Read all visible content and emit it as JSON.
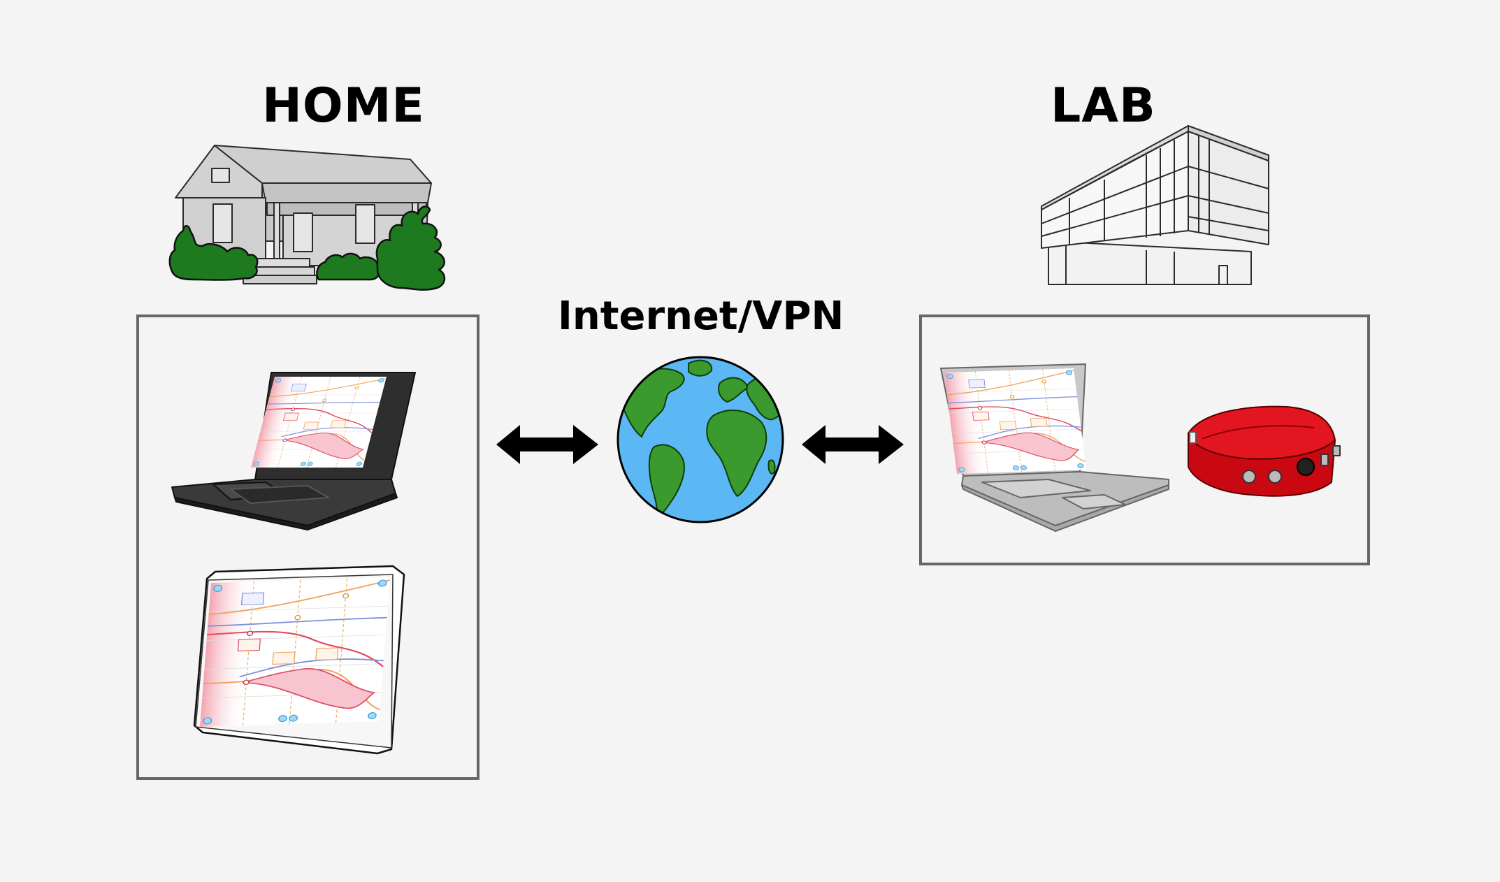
{
  "labels": {
    "home": "HOME",
    "lab": "LAB",
    "network": "Internet/VPN"
  },
  "icons": {
    "home": "house-icon",
    "lab": "lab-building-icon",
    "network": "globe-icon",
    "home_laptop": "laptop-icon",
    "home_tablet": "tablet-icon",
    "lab_laptop": "laptop-icon",
    "lab_device": "red-measurement-device-icon",
    "link": "double-arrow-icon"
  },
  "colors": {
    "background": "#f4f4f4",
    "frame": "#666666",
    "house": "#cccccc",
    "bushes": "#1e7a1e",
    "ocean": "#5bb8f5",
    "land": "#3a9a2e",
    "device": "#d40b14",
    "dark_laptop": "#333333",
    "light_laptop": "#bdbdbd"
  }
}
